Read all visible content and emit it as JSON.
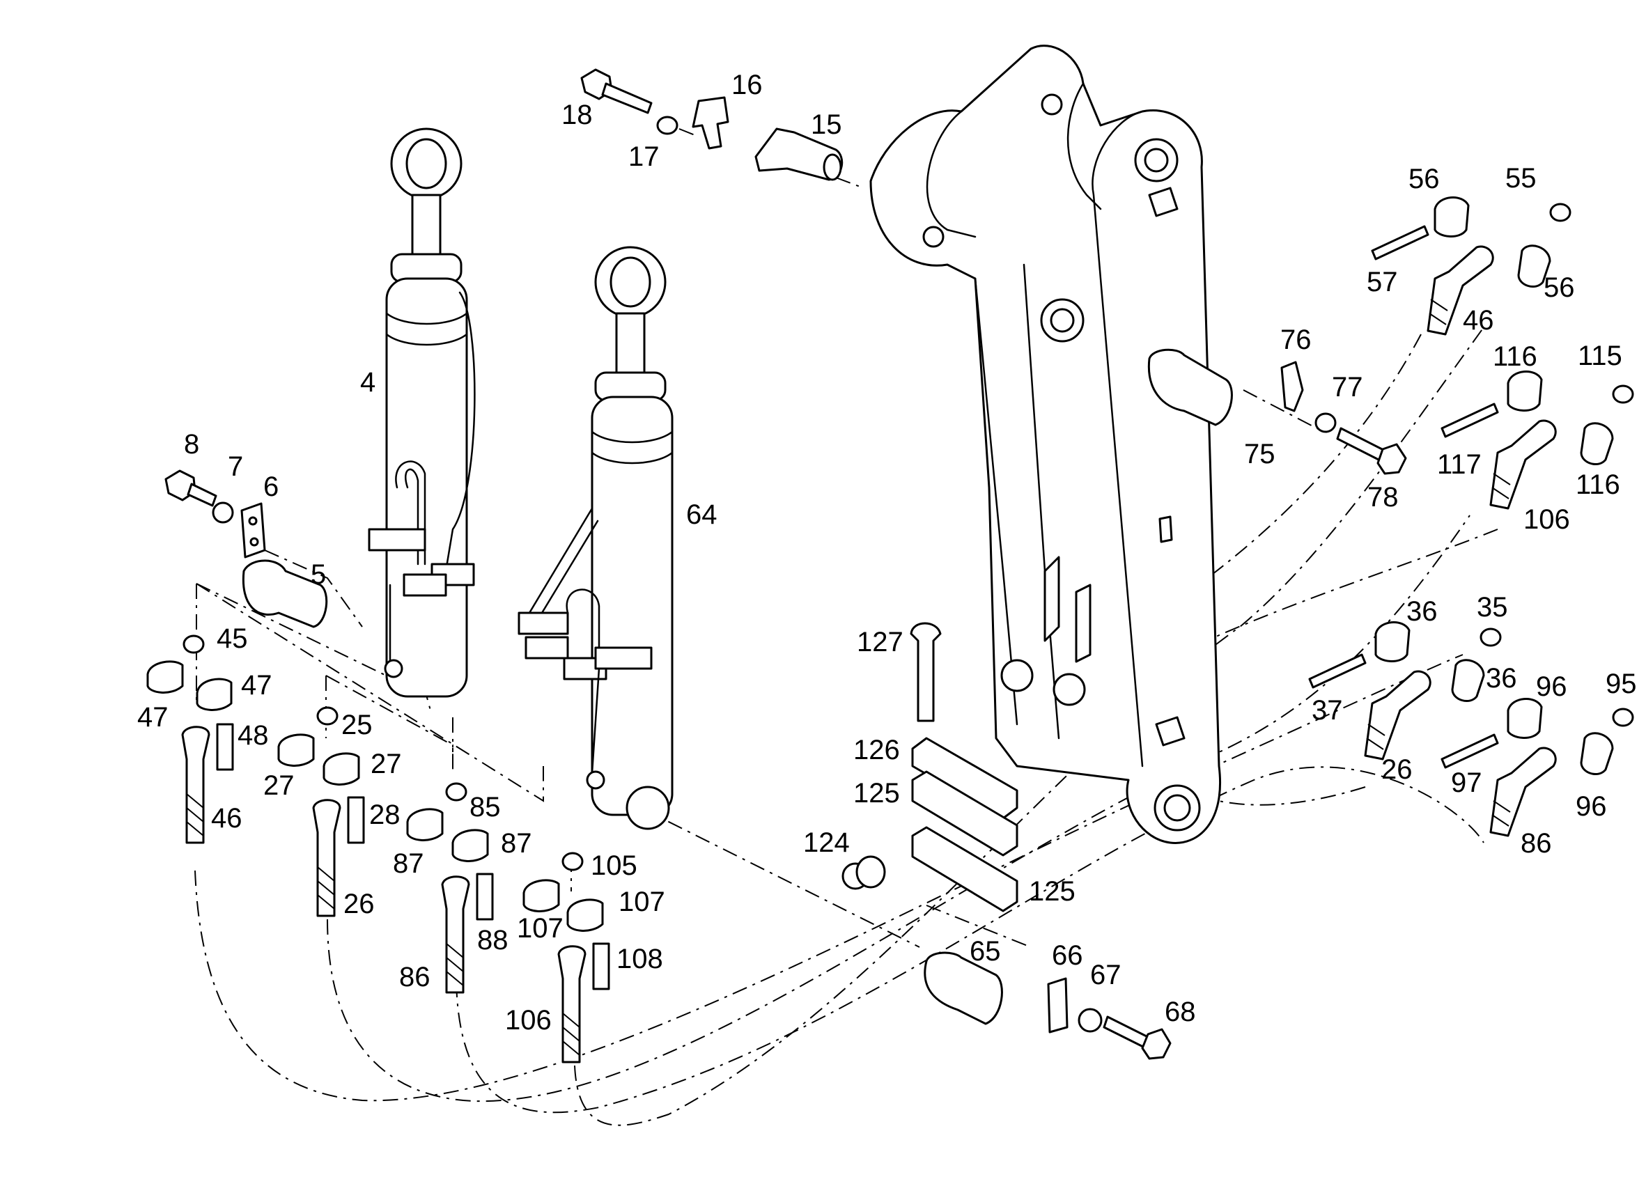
{
  "diagram": {
    "callouts": [
      {
        "id": "c4",
        "text": "4"
      },
      {
        "id": "c5",
        "text": "5"
      },
      {
        "id": "c6",
        "text": "6"
      },
      {
        "id": "c7",
        "text": "7"
      },
      {
        "id": "c8",
        "text": "8"
      },
      {
        "id": "c15",
        "text": "15"
      },
      {
        "id": "c16",
        "text": "16"
      },
      {
        "id": "c17",
        "text": "17"
      },
      {
        "id": "c18",
        "text": "18"
      },
      {
        "id": "c25",
        "text": "25"
      },
      {
        "id": "c26a",
        "text": "26"
      },
      {
        "id": "c26b",
        "text": "26"
      },
      {
        "id": "c27a",
        "text": "27"
      },
      {
        "id": "c27b",
        "text": "27"
      },
      {
        "id": "c28",
        "text": "28"
      },
      {
        "id": "c35",
        "text": "35"
      },
      {
        "id": "c36a",
        "text": "36"
      },
      {
        "id": "c36b",
        "text": "36"
      },
      {
        "id": "c37",
        "text": "37"
      },
      {
        "id": "c45",
        "text": "45"
      },
      {
        "id": "c46a",
        "text": "46"
      },
      {
        "id": "c46b",
        "text": "46"
      },
      {
        "id": "c47a",
        "text": "47"
      },
      {
        "id": "c47b",
        "text": "47"
      },
      {
        "id": "c48",
        "text": "48"
      },
      {
        "id": "c55",
        "text": "55"
      },
      {
        "id": "c56a",
        "text": "56"
      },
      {
        "id": "c56b",
        "text": "56"
      },
      {
        "id": "c57",
        "text": "57"
      },
      {
        "id": "c64",
        "text": "64"
      },
      {
        "id": "c65",
        "text": "65"
      },
      {
        "id": "c66",
        "text": "66"
      },
      {
        "id": "c67",
        "text": "67"
      },
      {
        "id": "c68",
        "text": "68"
      },
      {
        "id": "c75",
        "text": "75"
      },
      {
        "id": "c76",
        "text": "76"
      },
      {
        "id": "c77",
        "text": "77"
      },
      {
        "id": "c78",
        "text": "78"
      },
      {
        "id": "c85",
        "text": "85"
      },
      {
        "id": "c86a",
        "text": "86"
      },
      {
        "id": "c86b",
        "text": "86"
      },
      {
        "id": "c87a",
        "text": "87"
      },
      {
        "id": "c87b",
        "text": "87"
      },
      {
        "id": "c88",
        "text": "88"
      },
      {
        "id": "c95",
        "text": "95"
      },
      {
        "id": "c96a",
        "text": "96"
      },
      {
        "id": "c96b",
        "text": "96"
      },
      {
        "id": "c97",
        "text": "97"
      },
      {
        "id": "c105",
        "text": "105"
      },
      {
        "id": "c106a",
        "text": "106"
      },
      {
        "id": "c106b",
        "text": "106"
      },
      {
        "id": "c107a",
        "text": "107"
      },
      {
        "id": "c107b",
        "text": "107"
      },
      {
        "id": "c108",
        "text": "108"
      },
      {
        "id": "c115",
        "text": "115"
      },
      {
        "id": "c116a",
        "text": "116"
      },
      {
        "id": "c116b",
        "text": "116"
      },
      {
        "id": "c117",
        "text": "117"
      },
      {
        "id": "c124",
        "text": "124"
      },
      {
        "id": "c125a",
        "text": "125"
      },
      {
        "id": "c125b",
        "text": "125"
      },
      {
        "id": "c126",
        "text": "126"
      },
      {
        "id": "c127",
        "text": "127"
      }
    ]
  }
}
